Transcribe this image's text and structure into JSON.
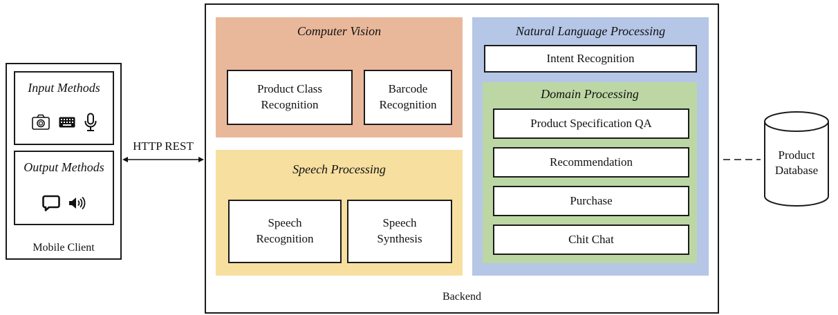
{
  "mobile_client": {
    "label": "Mobile Client",
    "input": {
      "title": "Input Methods",
      "icons": [
        "camera-icon",
        "keyboard-icon",
        "microphone-icon"
      ]
    },
    "output": {
      "title": "Output Methods",
      "icons": [
        "chat-bubble-icon",
        "speaker-icon"
      ]
    }
  },
  "connection": {
    "label": "HTTP REST"
  },
  "backend": {
    "label": "Backend",
    "computer_vision": {
      "title": "Computer Vision",
      "color": "#e9b89b",
      "modules": [
        "Product Class\nRecognition",
        "Barcode\nRecognition"
      ]
    },
    "speech_processing": {
      "title": "Speech Processing",
      "color": "#f6df9f",
      "modules": [
        "Speech\nRecognition",
        "Speech\nSynthesis"
      ]
    },
    "nlp": {
      "title": "Natural Language Processing",
      "color": "#b5c6e6",
      "intent": "Intent Recognition",
      "domain_processing": {
        "title": "Domain Processing",
        "color": "#bcd7a4",
        "modules": [
          "Product Specification QA",
          "Recommendation",
          "Purchase",
          "Chit Chat"
        ]
      }
    }
  },
  "database": {
    "label": "Product\nDatabase"
  }
}
